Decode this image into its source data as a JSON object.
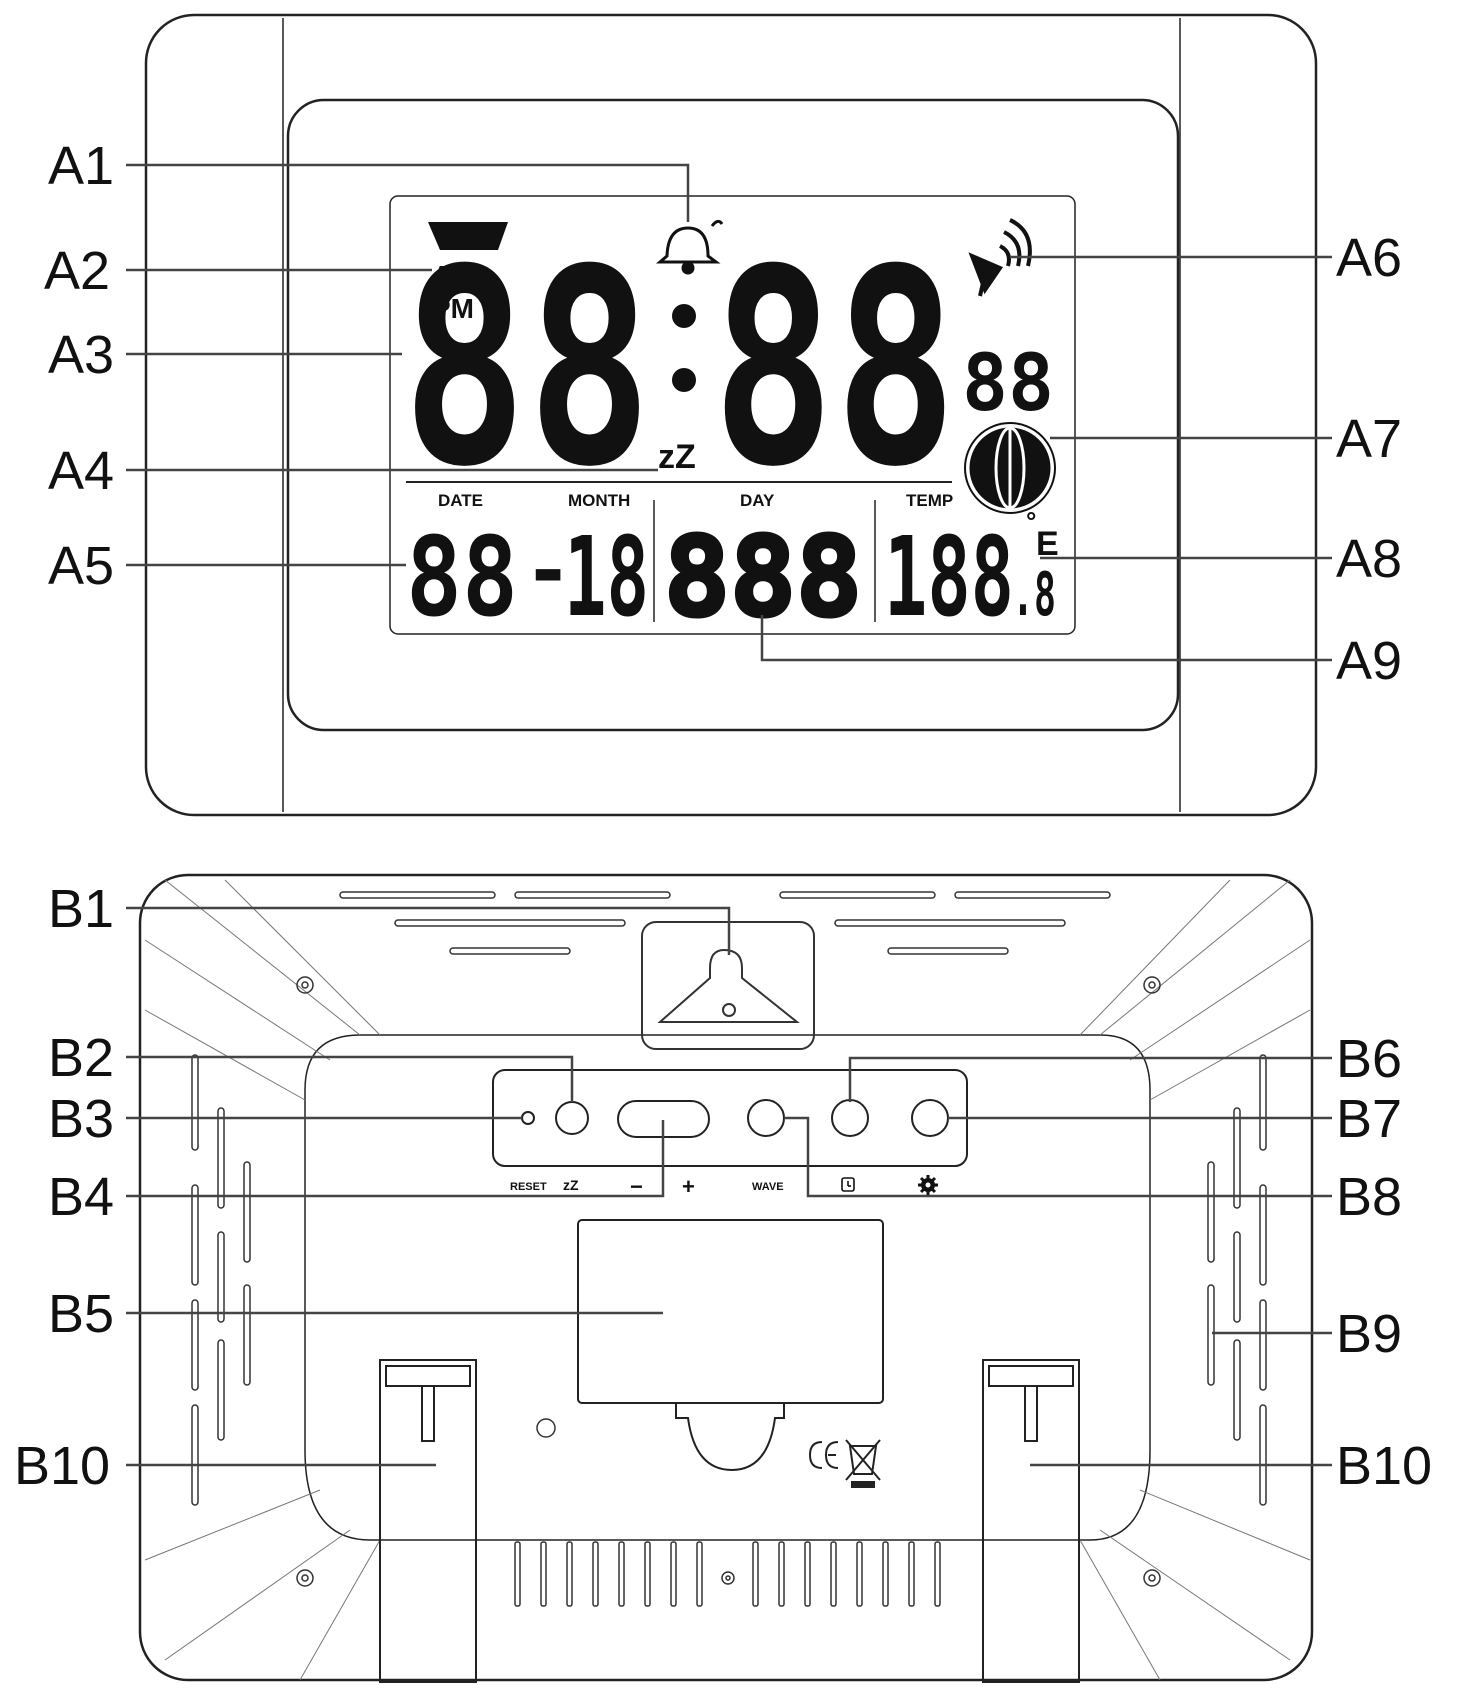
{
  "front_callouts": {
    "a1": "A1",
    "a2": "A2",
    "a3": "A3",
    "a4": "A4",
    "a5": "A5",
    "a6": "A6",
    "a7": "A7",
    "a8": "A8",
    "a9": "A9"
  },
  "back_callouts": {
    "b1": "B1",
    "b2": "B2",
    "b3": "B3",
    "b4": "B4",
    "b5": "B5",
    "b6": "B6",
    "b7": "B7",
    "b8": "B8",
    "b9": "B9",
    "b10_left": "B10",
    "b10_right": "B10"
  },
  "lcd": {
    "am": "AM",
    "pm": "PM",
    "time_hours": "88",
    "time_minutes": "88",
    "seconds": "88",
    "snooze_icon": "zZ",
    "date_label": "DATE",
    "month_label": "MONTH",
    "day_label": "DAY",
    "temp_label": "TEMP",
    "date_value": "88",
    "date_separator": "-",
    "month_value": "18",
    "day_value": "888",
    "temp_value": "188",
    "temp_decimal": ".8",
    "temp_unit_symbol": "°",
    "temp_unit_letter": "E"
  },
  "buttons": {
    "reset_label": "RESET",
    "snooze_label": "zZ",
    "minus_label": "−",
    "plus_label": "+",
    "wave_label": "WAVE"
  },
  "icons": {
    "alarm": "alarm-bell-icon",
    "radio_signal": "radio-signal-icon",
    "globe": "globe-icon",
    "alarm_clock": "alarm-clock-icon",
    "settings": "gear-icon",
    "ce_mark": "ce-mark-icon",
    "weee": "weee-bin-icon"
  }
}
